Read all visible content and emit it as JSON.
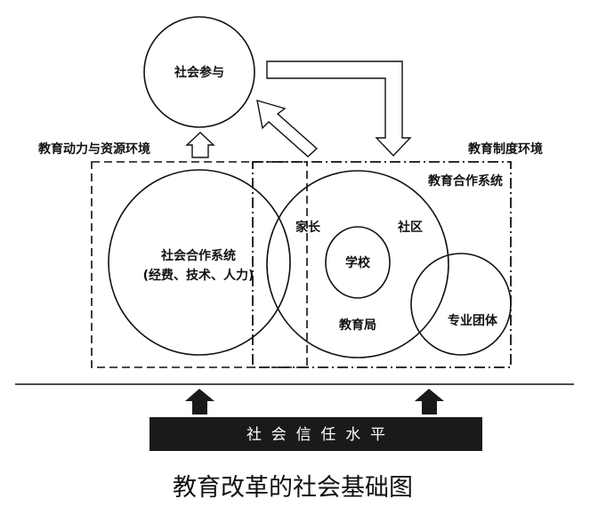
{
  "diagram": {
    "top_circle": "社会参与",
    "left_env_label": "教育动力与资源环境",
    "right_env_label": "教育制度环境",
    "edu_system_label": "教育合作系统",
    "social_system_title": "社会合作系统",
    "social_system_sub": "(经费、技术、人力)",
    "parents": "家长",
    "community": "社区",
    "school": "学校",
    "education_bureau": "教育局",
    "professional_groups": "专业团体",
    "trust_bar": "社  会  信  任  水  平",
    "caption": "教育改革的社会基础图"
  },
  "colors": {
    "line": "#111111",
    "bar": "#1a1a1a",
    "bar_text": "#ffffff"
  }
}
